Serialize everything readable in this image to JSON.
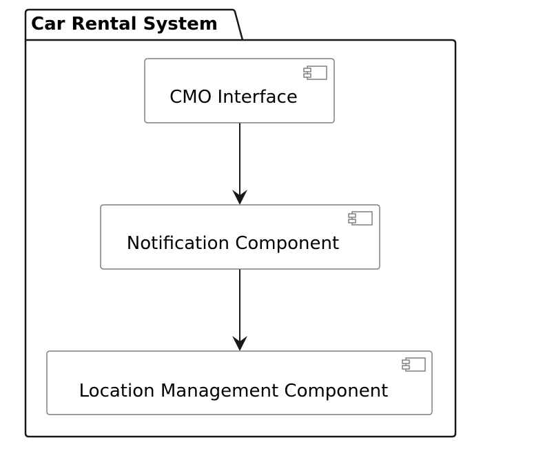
{
  "package": {
    "title": "Car Rental System"
  },
  "components": [
    {
      "label": "CMO Interface"
    },
    {
      "label": "Notification Component"
    },
    {
      "label": "Location Management Component"
    }
  ],
  "relations": [
    {
      "from": "CMO Interface",
      "to": "Notification Component"
    },
    {
      "from": "Notification Component",
      "to": "Location Management Component"
    }
  ],
  "colors": {
    "background": "#ffffff",
    "border": "#000000",
    "component_border": "#7f7f7f",
    "arrow": "#181818"
  },
  "icons": {
    "component": "component-icon"
  }
}
